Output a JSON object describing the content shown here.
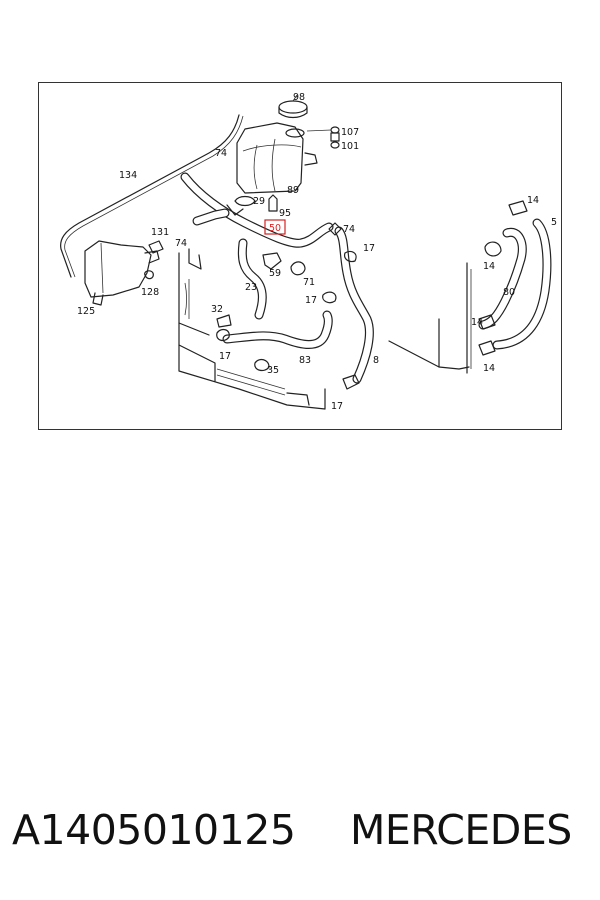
{
  "diagram": {
    "highlight_color": "#d22222",
    "callouts": [
      {
        "id": "98",
        "label": "98"
      },
      {
        "id": "107",
        "label": "107"
      },
      {
        "id": "101",
        "label": "101"
      },
      {
        "id": "134",
        "label": "134"
      },
      {
        "id": "74a",
        "label": "74"
      },
      {
        "id": "89",
        "label": "89"
      },
      {
        "id": "29",
        "label": "29"
      },
      {
        "id": "95",
        "label": "95"
      },
      {
        "id": "50",
        "label": "50"
      },
      {
        "id": "74b",
        "label": "74"
      },
      {
        "id": "131",
        "label": "131"
      },
      {
        "id": "74c",
        "label": "74"
      },
      {
        "id": "17a",
        "label": "17"
      },
      {
        "id": "14a",
        "label": "14"
      },
      {
        "id": "5",
        "label": "5"
      },
      {
        "id": "14b",
        "label": "14"
      },
      {
        "id": "59",
        "label": "59"
      },
      {
        "id": "71",
        "label": "71"
      },
      {
        "id": "23",
        "label": "23"
      },
      {
        "id": "128",
        "label": "128"
      },
      {
        "id": "125",
        "label": "125"
      },
      {
        "id": "80",
        "label": "80"
      },
      {
        "id": "17b",
        "label": "17"
      },
      {
        "id": "32",
        "label": "32"
      },
      {
        "id": "14c",
        "label": "14"
      },
      {
        "id": "17c",
        "label": "17"
      },
      {
        "id": "83",
        "label": "83"
      },
      {
        "id": "8",
        "label": "8"
      },
      {
        "id": "35",
        "label": "35"
      },
      {
        "id": "14d",
        "label": "14"
      },
      {
        "id": "17d",
        "label": "17"
      }
    ]
  },
  "footer": {
    "part_number": "A1405010125",
    "brand": "MERCEDES"
  }
}
